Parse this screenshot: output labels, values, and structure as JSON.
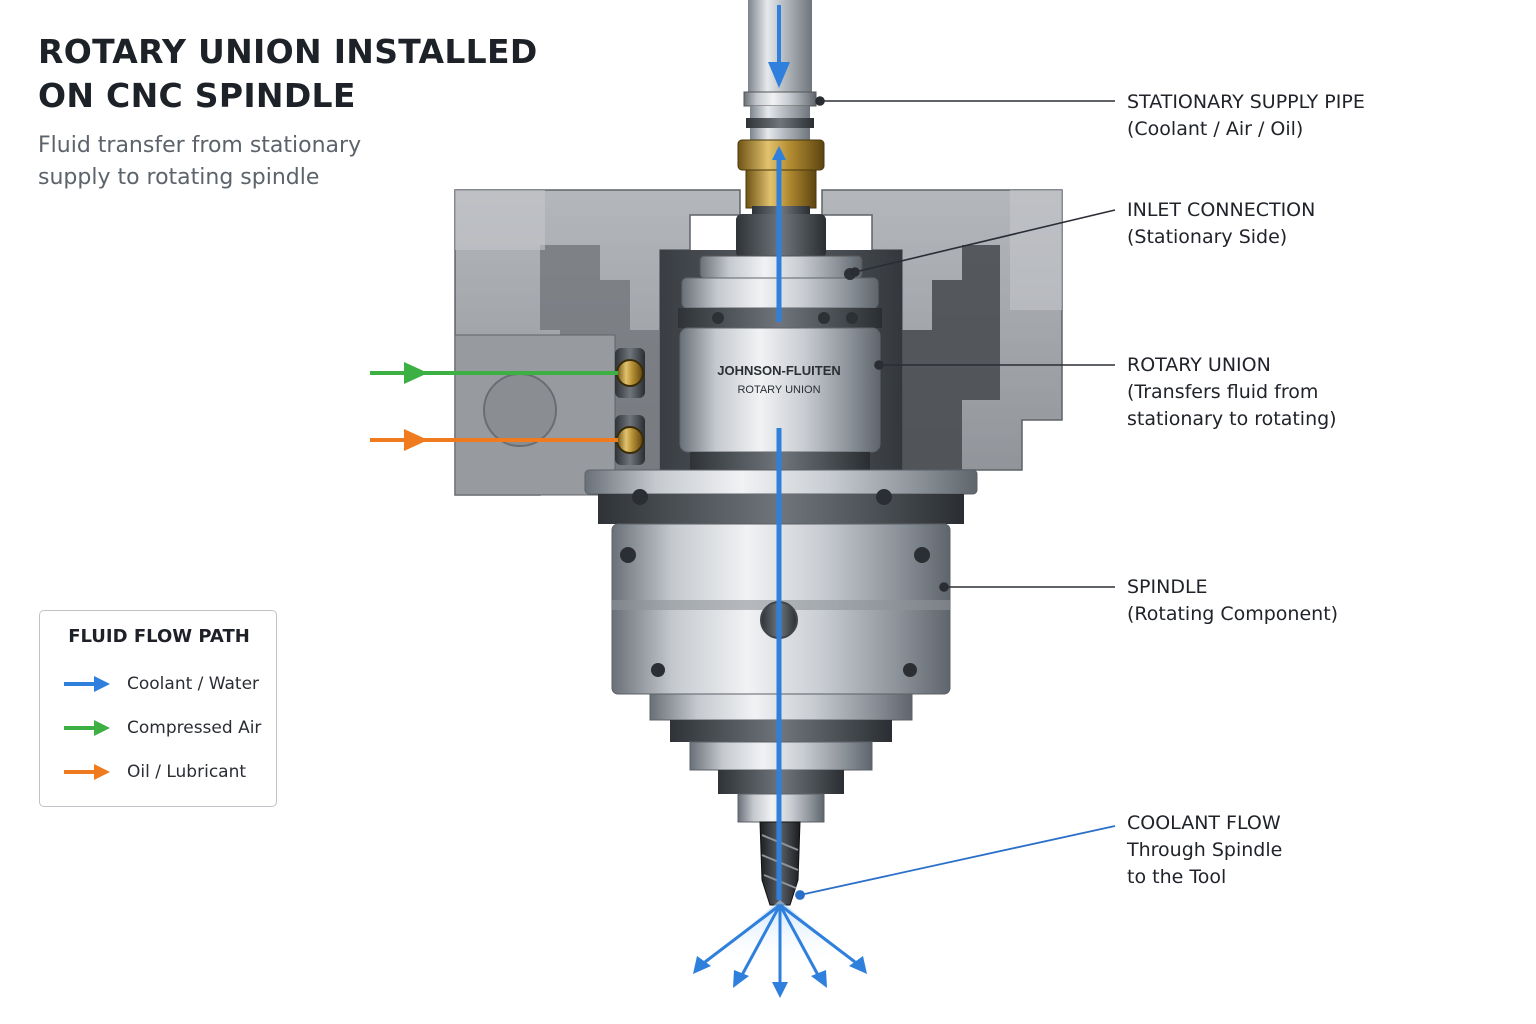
{
  "title": {
    "line1": "ROTARY UNION INSTALLED",
    "line2": "ON CNC SPINDLE"
  },
  "subtitle": {
    "line1": "Fluid transfer from stationary",
    "line2": "supply to rotating spindle"
  },
  "device_label": {
    "brand": "JOHNSON-FLUITEN",
    "model": "ROTARY UNION"
  },
  "callouts": {
    "supply_pipe": {
      "title": "STATIONARY SUPPLY PIPE",
      "detail": "(Coolant / Air / Oil)"
    },
    "inlet": {
      "title": "INLET CONNECTION",
      "detail": "(Stationary Side)"
    },
    "rotary_union": {
      "title": "ROTARY UNION",
      "detail1": "(Transfers fluid from",
      "detail2": "stationary to rotating)"
    },
    "spindle": {
      "title": "SPINDLE",
      "detail": "(Rotating Component)"
    },
    "coolant_flow": {
      "title": "COOLANT FLOW",
      "detail1": "Through Spindle",
      "detail2": "to the Tool"
    }
  },
  "legend": {
    "title": "FLUID FLOW PATH",
    "items": [
      {
        "label": "Coolant / Water",
        "color": "#2f7fdc"
      },
      {
        "label": "Compressed Air",
        "color": "#3cb043"
      },
      {
        "label": "Oil / Lubricant",
        "color": "#f07b1f"
      }
    ]
  },
  "colors": {
    "coolant": "#2f7fdc",
    "air": "#3cb043",
    "oil": "#f07b1f",
    "leader": "#2a2e34",
    "coolant_leader": "#2a6fc9"
  }
}
